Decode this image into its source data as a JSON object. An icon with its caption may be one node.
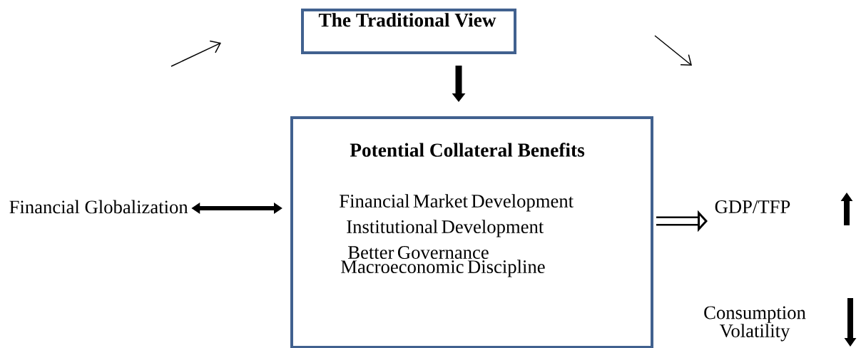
{
  "diagram": {
    "nodes": [
      {
        "text": [
          "The Traditional View"
        ]
      },
      {
        "text": [
          "Potential Collateral Benefits",
          "Financial Market Development",
          "Institutional Development",
          "Better Governance",
          "Macroeconomic Discipline"
        ]
      },
      {
        "text": [
          "Financial Globalization"
        ]
      },
      {
        "text": [
          "GDP/TFP"
        ]
      },
      {
        "text": [
          "Consumption Volatility"
        ]
      }
    ],
    "edges": [
      {
        "from": 0,
        "to": 1,
        "arrow": "to"
      },
      {
        "from": 2,
        "to": 1,
        "arrow": "both"
      },
      {
        "from": 1,
        "to": 3,
        "arrow": "to"
      }
    ]
  }
}
